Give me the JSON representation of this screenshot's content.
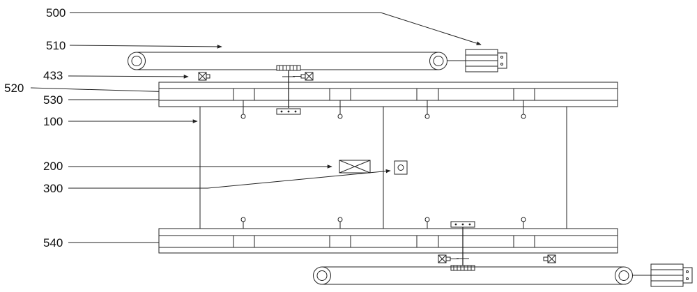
{
  "diagram": {
    "labels": {
      "l500": "500",
      "l510": "510",
      "l433": "433",
      "l520": "520",
      "l530": "530",
      "l100": "100",
      "l200": "200",
      "l300": "300",
      "l540": "540"
    }
  }
}
